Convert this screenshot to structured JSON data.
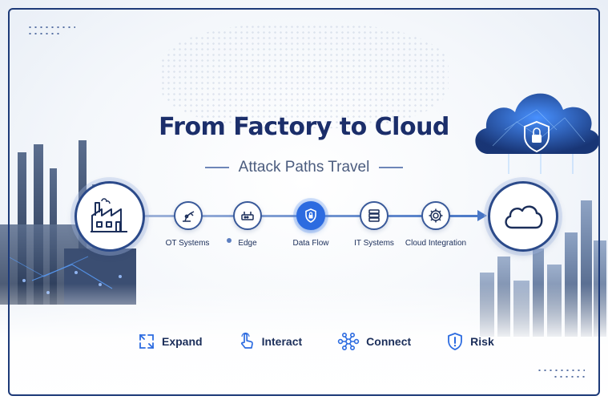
{
  "title": "From Factory to Cloud",
  "subtitle": "Attack Paths Travel",
  "flow": {
    "nodes": [
      {
        "label": "OT Systems",
        "icon": "robot-arm-icon"
      },
      {
        "label": "Edge",
        "icon": "router-icon"
      },
      {
        "label": "Data Flow",
        "icon": "shield-lock-icon"
      },
      {
        "label": "IT Systems",
        "icon": "server-icon"
      },
      {
        "label": "Cloud Integration",
        "icon": "gear-icon"
      }
    ],
    "start_icon": "factory-icon",
    "end_icon": "cloud-icon"
  },
  "actions": [
    {
      "label": "Expand",
      "icon": "expand-icon"
    },
    {
      "label": "Interact",
      "icon": "pointer-hand-icon"
    },
    {
      "label": "Connect",
      "icon": "network-icon"
    },
    {
      "label": "Risk",
      "icon": "shield-alert-icon"
    }
  ],
  "colors": {
    "navy": "#1b2e6a",
    "accent": "#2c6be0",
    "line": "#4a78c7"
  }
}
